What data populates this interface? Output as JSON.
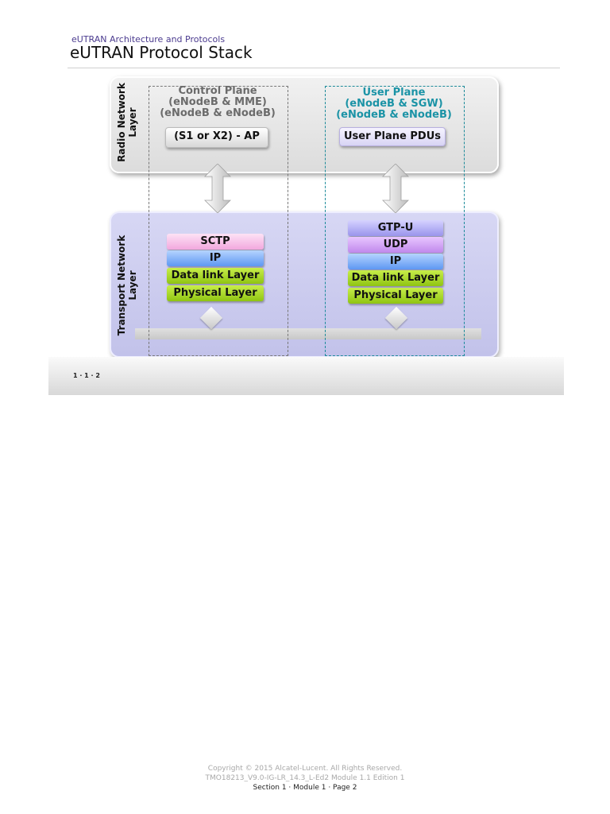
{
  "header": {
    "subtitle": "eUTRAN Architecture and Protocols",
    "title": "eUTRAN Protocol Stack"
  },
  "layers": {
    "radio": "Radio Network Layer",
    "transport": "Transport  Network Layer"
  },
  "control_plane": {
    "title_lines": [
      "Control Plane",
      "(eNodeB & MME)",
      "(eNodeB & eNodeB)"
    ],
    "radio_protocol": "(S1 or X2) - AP",
    "stack": [
      "SCTP",
      "IP",
      "Data link Layer",
      "Physical Layer"
    ]
  },
  "user_plane": {
    "title_lines": [
      "User Plane",
      "(eNodeB & SGW)",
      "(eNodeB & eNodeB)"
    ],
    "radio_protocol": "User Plane PDUs",
    "stack": [
      "GTP-U",
      "UDP",
      "IP",
      "Data link Layer",
      "Physical Layer"
    ]
  },
  "slide_number": "1 · 1 · 2",
  "footer": {
    "copyright": "Copyright © 2015 Alcatel-Lucent.  All Rights Reserved.",
    "doc_ref": "TMO18213_V9.0-IG-LR_14.3_L-Ed2  Module 1.1 Edition 1",
    "page": "Section 1 · Module 1 · Page 2"
  },
  "colors": {
    "control_title": "#6b6b6b",
    "user_title": "#1b93a6",
    "user_dash": "#1b8a99",
    "transport_bg": "#c8c8ee"
  }
}
